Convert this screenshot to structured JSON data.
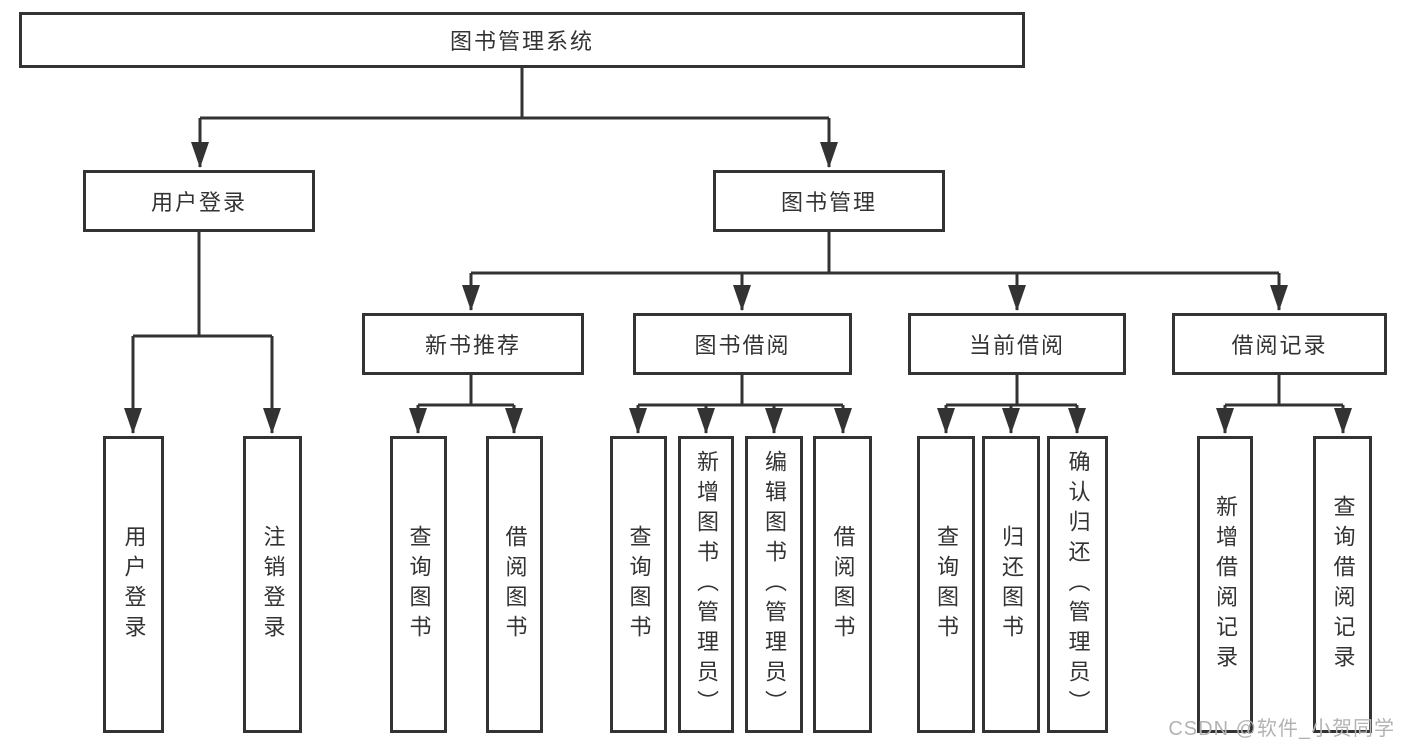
{
  "diagram": {
    "title": "图书管理系统"
  },
  "nodes": {
    "root": "图书管理系统",
    "user_login": "用户登录",
    "book_mgmt": "图书管理",
    "new_book_rec": "新书推荐",
    "book_borrow": "图书借阅",
    "current_borrow": "当前借阅",
    "borrow_records": "借阅记录",
    "leaf_user_login": "用户登录",
    "leaf_logout": "注销登录",
    "leaf_nbr_query": "查询图书",
    "leaf_nbr_borrow": "借阅图书",
    "leaf_bb_query": "查询图书",
    "leaf_bb_add": "新增图书（管理员）",
    "leaf_bb_edit": "编辑图书（管理员）",
    "leaf_bb_borrow": "借阅图书",
    "leaf_cb_query": "查询图书",
    "leaf_cb_return": "归还图书",
    "leaf_cb_confirm": "确认归还（管理员）",
    "leaf_br_add": "新增借阅记录",
    "leaf_br_query": "查询借阅记录"
  },
  "watermark": {
    "text": "CSDN @软件_小贺同学"
  },
  "colors": {
    "line": "#333333",
    "text": "#333333",
    "watermark": "#b3b3b3",
    "background": "#ffffff"
  }
}
